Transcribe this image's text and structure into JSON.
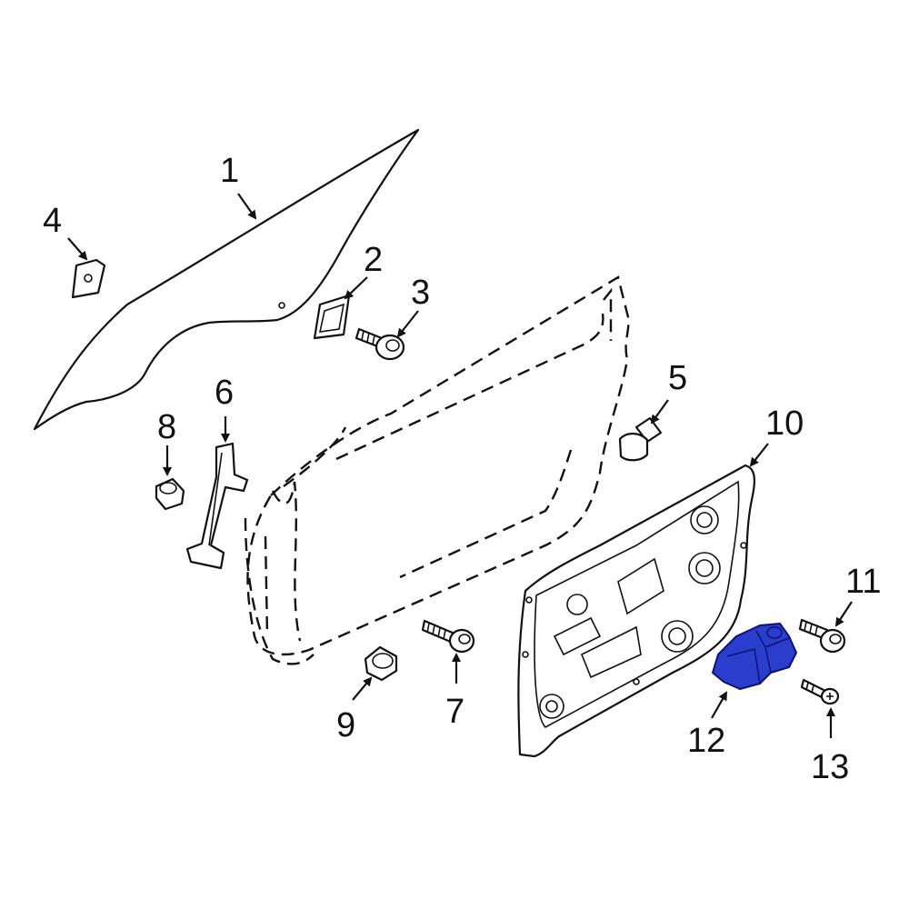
{
  "diagram": {
    "highlight_color": "#2a3dcc",
    "line_color": "#111111",
    "highlighted_part": "12",
    "callouts": [
      {
        "id": "c1",
        "label": "1"
      },
      {
        "id": "c2",
        "label": "2"
      },
      {
        "id": "c3",
        "label": "3"
      },
      {
        "id": "c4",
        "label": "4"
      },
      {
        "id": "c5",
        "label": "5"
      },
      {
        "id": "c6",
        "label": "6"
      },
      {
        "id": "c7",
        "label": "7"
      },
      {
        "id": "c8",
        "label": "8"
      },
      {
        "id": "c9",
        "label": "9"
      },
      {
        "id": "c10",
        "label": "10"
      },
      {
        "id": "c11",
        "label": "11"
      },
      {
        "id": "c12",
        "label": "12"
      },
      {
        "id": "c13",
        "label": "13"
      }
    ]
  }
}
